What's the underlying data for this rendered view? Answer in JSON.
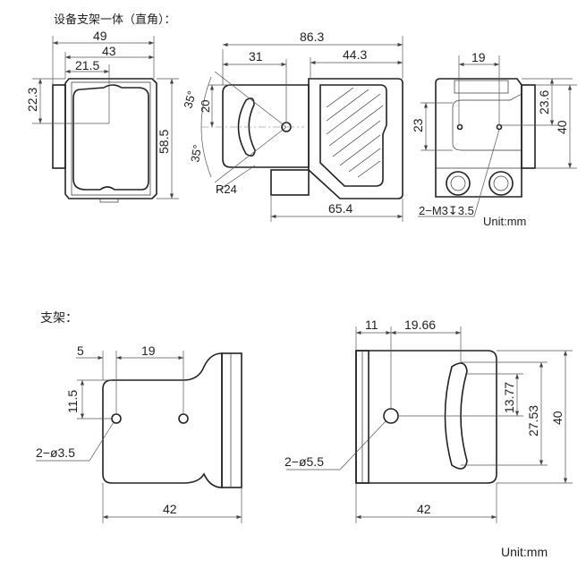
{
  "section1": {
    "title": "设备支架一体（直角）：",
    "front_view": {
      "width_49": "49",
      "width_43": "43",
      "offset_21_5": "21.5",
      "height_22_3": "22.3",
      "height_58_5": "58.5"
    },
    "side_view": {
      "length_86_3": "86.3",
      "length_31": "31",
      "length_44_3": "44.3",
      "length_65_4": "65.4",
      "height_20": "20",
      "angle_top": "35°",
      "angle_bottom": "35°",
      "radius": "R24"
    },
    "rear_view": {
      "spacing_19": "19",
      "height_23": "23",
      "height_23_6": "23.6",
      "height_40": "40",
      "thread_note": "2−M3↧3.5"
    },
    "unit": "Unit:mm"
  },
  "section2": {
    "title": "支架：",
    "view_a": {
      "offset_5": "5",
      "spacing_19": "19",
      "height_11_5": "11.5",
      "hole_note": "2−ø3.5",
      "width_42": "42"
    },
    "view_b": {
      "offset_11": "11",
      "offset_19_66": "19.66",
      "height_13_77": "13.77",
      "height_27_53": "27.53",
      "height_40": "40",
      "hole_note": "2−ø5.5",
      "width_42": "42"
    },
    "unit": "Unit:mm"
  }
}
